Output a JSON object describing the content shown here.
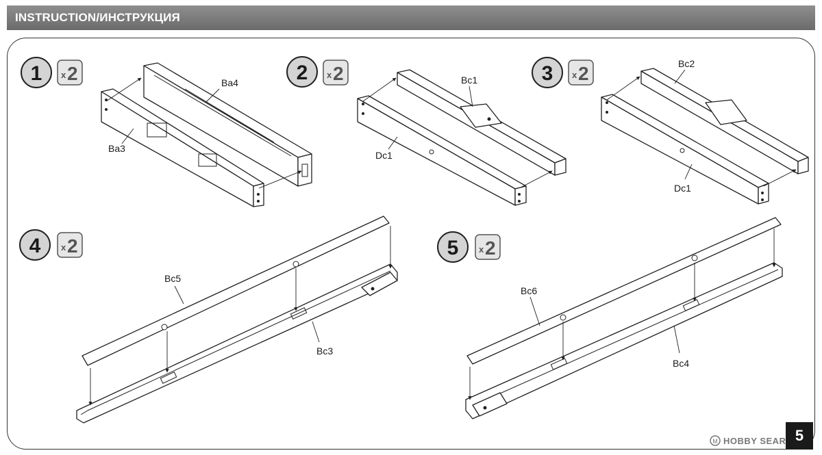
{
  "header": {
    "title": "INSTRUCTION/ИНСТРУКЦИЯ"
  },
  "steps": [
    {
      "number": "1",
      "multiplier_prefix": "x",
      "multiplier_value": "2",
      "parts": [
        "Ba4",
        "Ba3"
      ]
    },
    {
      "number": "2",
      "multiplier_prefix": "x",
      "multiplier_value": "2",
      "parts": [
        "Bc1",
        "Dc1"
      ]
    },
    {
      "number": "3",
      "multiplier_prefix": "x",
      "multiplier_value": "2",
      "parts": [
        "Bc2",
        "Dc1"
      ]
    },
    {
      "number": "4",
      "multiplier_prefix": "x",
      "multiplier_value": "2",
      "parts": [
        "Bc5",
        "Bc3"
      ]
    },
    {
      "number": "5",
      "multiplier_prefix": "x",
      "multiplier_value": "2",
      "parts": [
        "Bc6",
        "Bc4"
      ]
    }
  ],
  "watermark": {
    "text": "HOBBY SEARCH",
    "icon": "hobby-search-logo-icon"
  },
  "page_number": "5",
  "colors": {
    "header_bg": "#7a7a7a",
    "header_text": "#ffffff",
    "page_box_bg": "#1a1a1a"
  }
}
